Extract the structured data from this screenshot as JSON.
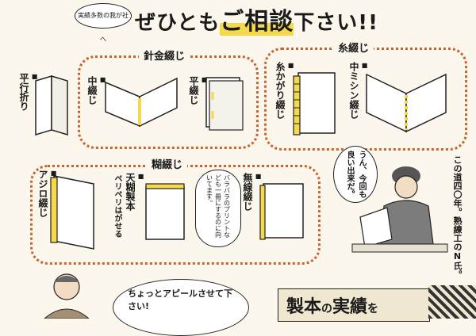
{
  "header": {
    "note": "実績多数の我が社へ",
    "title_a": "ぜひとも",
    "title_b": "ご相談",
    "title_c": "下さい!!"
  },
  "styles": {
    "heiko": "平行折り",
    "wire_group": "針金綴じ",
    "nakatoji": "中綴じ",
    "hiratoji": "平綴じ",
    "thread_group": "糸綴じ",
    "itakagari": "糸かがり綴じ",
    "naka_mishin": "中ミシン綴じ",
    "glue_group": "糊綴じ",
    "ajiro": "アジロ綴じ",
    "tennori": "天糊製本",
    "tennori_note": "ペリペリはがせる",
    "musen": "無線綴じ"
  },
  "bubbles": {
    "glue_note": "バラバラのプリントなども一冊にするのに向いてます。",
    "craftsman": "うん、今回も良い出来だ。",
    "appeal": "ちょっとアピールさせて下さい!"
  },
  "craftsman_caption": "この道四〇年。熟練工のN氏。",
  "banner": {
    "text_a": "製本",
    "text_b": "の",
    "text_c": "実績",
    "text_d": "を"
  },
  "colors": {
    "accent": "#f5d94a",
    "dots": "#c8652e"
  }
}
